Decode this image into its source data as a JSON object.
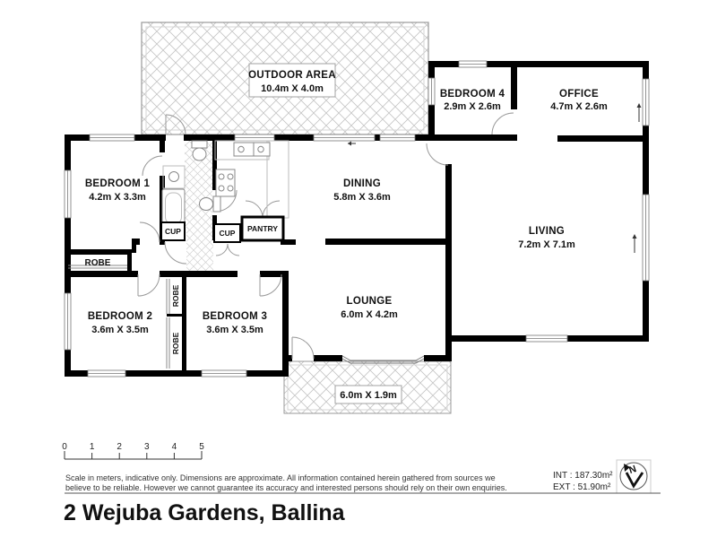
{
  "plan": {
    "outdoor_top": {
      "name": "OUTDOOR AREA",
      "dims": "10.4m X 4.0m"
    },
    "outdoor_bottom": {
      "dims": "6.0m X 1.9m"
    },
    "bedroom4": {
      "name": "BEDROOM 4",
      "dims": "2.9m X 2.6m"
    },
    "office": {
      "name": "OFFICE",
      "dims": "4.7m X 2.6m"
    },
    "bedroom1": {
      "name": "BEDROOM 1",
      "dims": "4.2m X 3.3m"
    },
    "dining": {
      "name": "DINING",
      "dims": "5.8m X 3.6m"
    },
    "living": {
      "name": "LIVING",
      "dims": "7.2m X 7.1m"
    },
    "bedroom2": {
      "name": "BEDROOM 2",
      "dims": "3.6m X 3.5m"
    },
    "bedroom3": {
      "name": "BEDROOM 3",
      "dims": "3.6m X 3.5m"
    },
    "lounge": {
      "name": "LOUNGE",
      "dims": "6.0m X 4.2m"
    },
    "robe_bed1": "ROBE",
    "robe_upper": "ROBE",
    "robe_lower": "ROBE",
    "cup_left": "CUP",
    "cup_right": "CUP",
    "pantry": "PANTRY"
  },
  "footer": {
    "scale_ticks": [
      "0",
      "1",
      "2",
      "3",
      "4",
      "5"
    ],
    "disclaimer1": "Scale in meters, indicative only. Dimensions are approximate. All information contained herein gathered from sources we",
    "disclaimer2": "believe to be reliable. However we cannot guarantee its accuracy and interested persons should rely on their own enquiries.",
    "int_area": "INT : 187.30m²",
    "ext_area": "EXT : 51.90m²",
    "north_letter": "N",
    "address": "2 Wejuba Gardens, Ballina"
  }
}
